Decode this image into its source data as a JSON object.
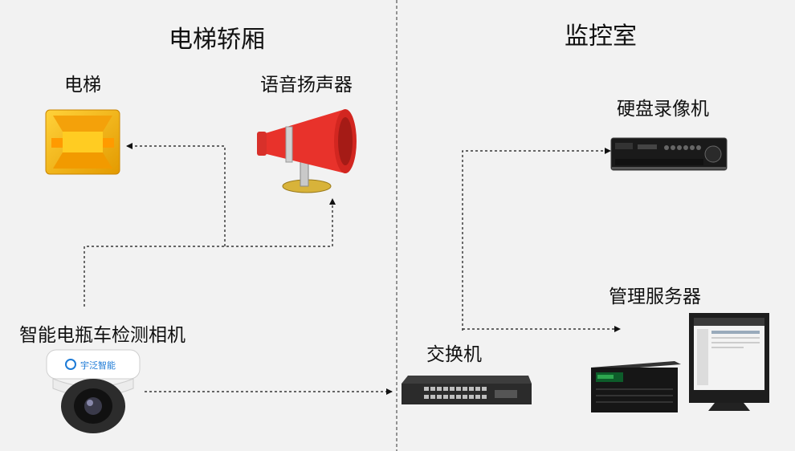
{
  "sections": {
    "left_title": "电梯轿厢",
    "right_title": "监控室"
  },
  "devices": {
    "elevator": {
      "label": "电梯",
      "icon": "yellow-reflector-icon"
    },
    "speaker": {
      "label": "语音扬声器",
      "icon": "horn-speaker-icon"
    },
    "camera": {
      "label": "智能电瓶车检测相机",
      "icon": "dome-camera-icon",
      "brand": "宇泛智能"
    },
    "switch": {
      "label": "交换机",
      "icon": "network-switch-icon"
    },
    "nvr": {
      "label": "硬盘录像机",
      "icon": "nvr-icon"
    },
    "server": {
      "label": "管理服务器",
      "icon": "server-monitor-icon"
    }
  },
  "colors": {
    "background": "#f2f2f2",
    "divider": "#555555",
    "arrow": "#111111",
    "speaker_red": "#e8322b",
    "reflector_yellow": "#f5b400"
  }
}
